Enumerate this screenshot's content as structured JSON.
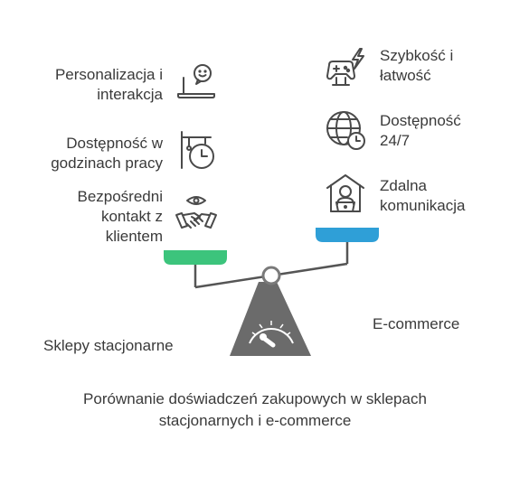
{
  "left_items": [
    {
      "label_lines": [
        "Personalizacja i",
        "interakcja"
      ],
      "icon": "laptop-chat-icon"
    },
    {
      "label_lines": [
        "Dostępność w",
        "godzinach pracy"
      ],
      "icon": "store-clock-icon"
    },
    {
      "label_lines": [
        "Bezpośredni",
        "kontakt z",
        "klientem"
      ],
      "icon": "handshake-icon"
    }
  ],
  "right_items": [
    {
      "label_lines": [
        "Szybkość i",
        "łatwość"
      ],
      "icon": "gamepad-lightning-icon"
    },
    {
      "label_lines": [
        "Dostępność",
        "24/7"
      ],
      "icon": "globe-clock-icon"
    },
    {
      "label_lines": [
        "Zdalna",
        "komunikacja"
      ],
      "icon": "remote-work-icon"
    }
  ],
  "left_category": "Sklepy stacjonarne",
  "right_category": "E-commerce",
  "caption_lines": [
    "Porównanie doświadczeń zakupowych w sklepach",
    "stacjonarnych i e-commerce"
  ],
  "colors": {
    "left_pan": "#3cc47c",
    "right_pan": "#2f9fd7",
    "beam": "#555555",
    "base": "#6b6b6b",
    "icon_stroke": "#4a4a4a"
  }
}
